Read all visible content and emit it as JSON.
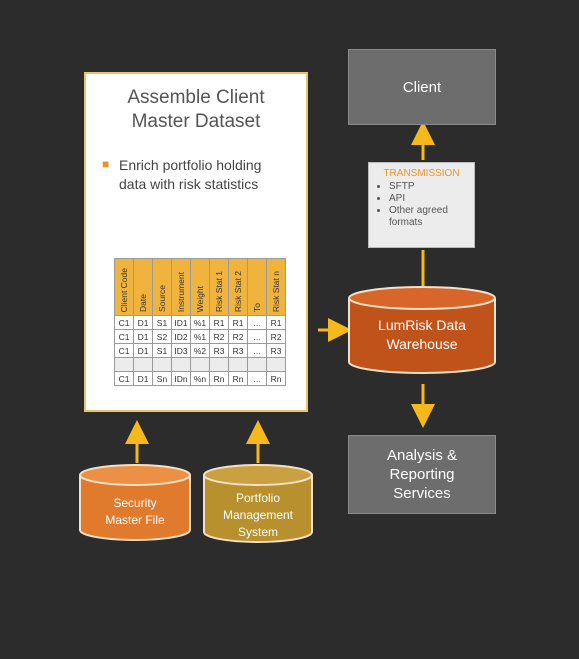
{
  "dataset": {
    "title_line1": "Assemble Client",
    "title_line2": "Master Dataset",
    "bullet_line1": "Enrich portfolio holding",
    "bullet_line2": "data with risk statistics",
    "table": {
      "headers": [
        "Client Code",
        "Date",
        "Source",
        "Instrument",
        "Weight",
        "Risk Stat 1",
        "Risk Stat 2",
        "To",
        "Risk Stat n"
      ],
      "rows": [
        [
          "C1",
          "D1",
          "S1",
          "ID1",
          "%1",
          "R1",
          "R1",
          "...",
          "R1"
        ],
        [
          "C1",
          "D1",
          "S2",
          "ID2",
          "%1",
          "R2",
          "R2",
          "...",
          "R2"
        ],
        [
          "C1",
          "D1",
          "S1",
          "ID3",
          "%2",
          "R3",
          "R3",
          "...",
          "R3"
        ],
        [
          "",
          "",
          "",
          "",
          "",
          "",
          "",
          "",
          ""
        ],
        [
          "C1",
          "D1",
          "Sn",
          "IDn",
          "%n",
          "Rn",
          "Rn",
          "...",
          "Rn"
        ]
      ]
    }
  },
  "client": {
    "label": "Client"
  },
  "transmission": {
    "title": "TRANSMISSION",
    "items": [
      "SFTP",
      "API",
      "Other agreed formats"
    ]
  },
  "warehouse": {
    "line1": "LumRisk Data",
    "line2": "Warehouse"
  },
  "analysis": {
    "line1": "Analysis &",
    "line2": "Reporting",
    "line3": "Services"
  },
  "security_master": {
    "line1": "Security",
    "line2": "Master File"
  },
  "portfolio_mgmt": {
    "line1": "Portfolio",
    "line2": "Management",
    "line3": "System"
  },
  "colors": {
    "background": "#2c2c2c",
    "arrow": "#f5b91b",
    "accent_orange": "#e8962b",
    "warehouse_fill": "#c0531a",
    "security_fill": "#e07a2c",
    "portfolio_fill": "#b8902e",
    "box_gray": "#6d6d6d"
  }
}
